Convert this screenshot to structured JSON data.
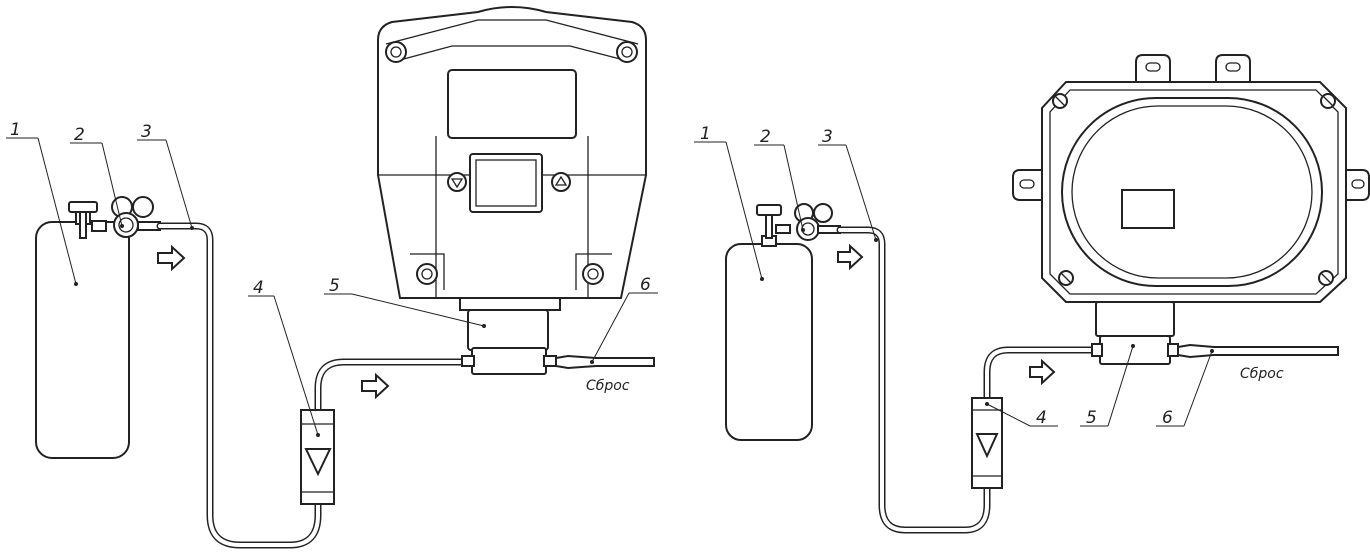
{
  "left_scheme": {
    "labels": [
      "1",
      "2",
      "3",
      "4",
      "5",
      "6"
    ],
    "exhaust_label": "Сброс"
  },
  "right_scheme": {
    "labels": [
      "1",
      "2",
      "3",
      "4",
      "5",
      "6"
    ],
    "exhaust_label": "Сброс"
  }
}
